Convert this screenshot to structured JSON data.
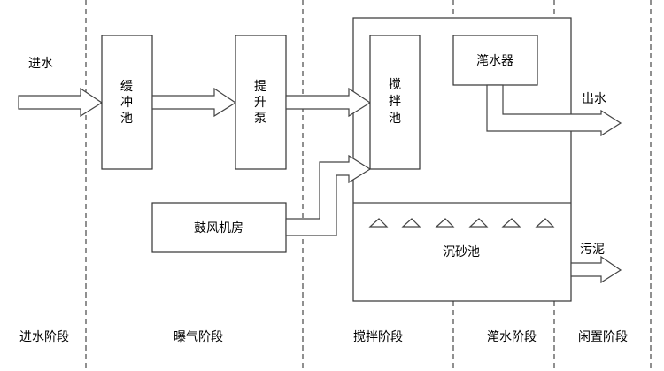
{
  "labels": {
    "inlet": "进水",
    "buffer_tank": [
      "缓",
      "冲",
      "池"
    ],
    "lift_pump": [
      "提",
      "升",
      "泵"
    ],
    "mixing_tank": [
      "搅",
      "拌",
      "池"
    ],
    "decanter": "滗水器",
    "blower_room": "鼓风机房",
    "grit_tank": "沉砂池",
    "outlet": "出水",
    "sludge": "污泥"
  },
  "stages": [
    "进水阶段",
    "曝气阶段",
    "搅拌阶段",
    "滗水阶段",
    "闲置阶段"
  ]
}
